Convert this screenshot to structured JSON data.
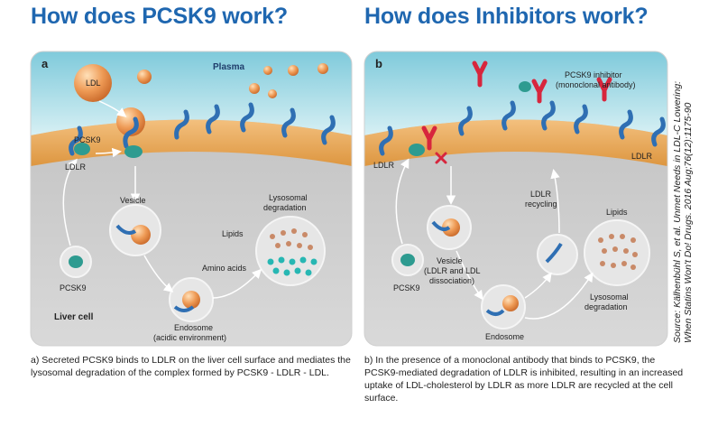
{
  "headings": {
    "left": "How does PCSK9 work?",
    "right": "How does Inhibitors work?"
  },
  "panel_a": {
    "letter": "a",
    "plasma": "Plasma",
    "ldl": "LDL",
    "pcsk9_top": "PCSK9",
    "ldlr": "LDLR",
    "vesicle": "Vesicle",
    "lysosomal_line1": "Lysosomal",
    "lysosomal_line2": "degradation",
    "lipids": "Lipids",
    "amino_acids": "Amino acids",
    "pcsk9_free": "PCSK9",
    "liver_cell": "Liver cell",
    "endosome_line1": "Endosome",
    "endosome_line2": "(acidic environment)"
  },
  "panel_b": {
    "letter": "b",
    "inhibitor_line1": "PCSK9 inhibitor",
    "inhibitor_line2": "(monoclonal antibody)",
    "ldlr_left": "LDLR",
    "ldlr_right": "LDLR",
    "recycling_line1": "LDLR",
    "recycling_line2": "recycling",
    "lipids": "Lipids",
    "vesicle_line1": "Vesicle",
    "vesicle_line2": "(LDLR and LDL",
    "vesicle_line3": "dissociation)",
    "pcsk9": "PCSK9",
    "endosome": "Endosome",
    "lysosomal_line1": "Lysosomal",
    "lysosomal_line2": "degradation"
  },
  "captions": {
    "left": "a) Secreted PCSK9 binds to LDLR on the liver cell surface and mediates the lysosomal degradation of the complex formed by PCSK9 - LDLR - LDL.",
    "right": "b) In the presence of a monoclonal antibody that binds to PCSK9, the PCSK9-mediated degradation of LDLR is inhibited, resulting in an increased uptake of LDL-cholesterol by LDLR as more LDLR are recycled at the cell surface."
  },
  "source": {
    "line1": "Source: Kälhenbühl S, et al. Unmet Needs in LDL-C Lowering:",
    "line2": "When Statins Won't Do! Drugs. 2016 Aug;76(12):1175-90"
  },
  "colors": {
    "heading": "#1f67b0",
    "plasma_top": "#a6dce8",
    "membrane": "#e8a95a",
    "cell": "#cfcfcf",
    "ldl": "#e9914a",
    "receptor": "#2f6fb3",
    "pcsk9": "#2e9b90",
    "antibody": "#d7263d"
  }
}
